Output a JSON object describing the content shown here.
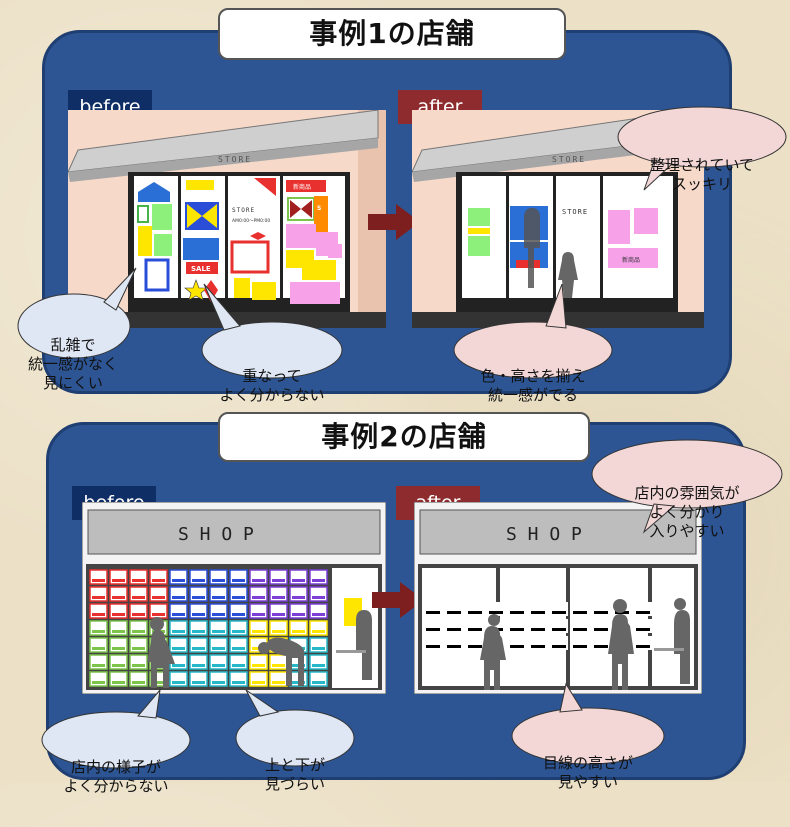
{
  "case1": {
    "title": "事例1の店舗",
    "before_label": "before",
    "after_label": "after",
    "store_sign": "STORE",
    "notice_store": "STORE",
    "notice_hours": "AM0:00〜PM0:00",
    "poster_new": "新商品",
    "poster_sale": "SALE",
    "bubble_cluttered": "乱雑で\n統一感がなく\n見にくい",
    "bubble_overlap": "重なって\nよく分からない",
    "bubble_neat": "整理されていて\nスッキリ",
    "bubble_unified": "色・高さを揃え\n統一感がでる"
  },
  "case2": {
    "title": "事例2の店舗",
    "before_label": "before",
    "after_label": "after",
    "shop_sign": "S H O P",
    "bubble_inside_unclear": "店内の様子が\nよく分からない",
    "bubble_top_bottom": "上と下が\n見づらい",
    "bubble_atmosphere": "店内の雰囲気が\nよく分かり\n入りやすい",
    "bubble_eye_level": "目線の高さが\n見やすい"
  },
  "colors": {
    "panel": "#2d5594",
    "before_tag": "#0f2e66",
    "after_tag": "#8e2b2e",
    "bubble_blue": "#dfe7f4",
    "bubble_pink": "#f3d7d6",
    "arrow": "#7d1f1f"
  }
}
